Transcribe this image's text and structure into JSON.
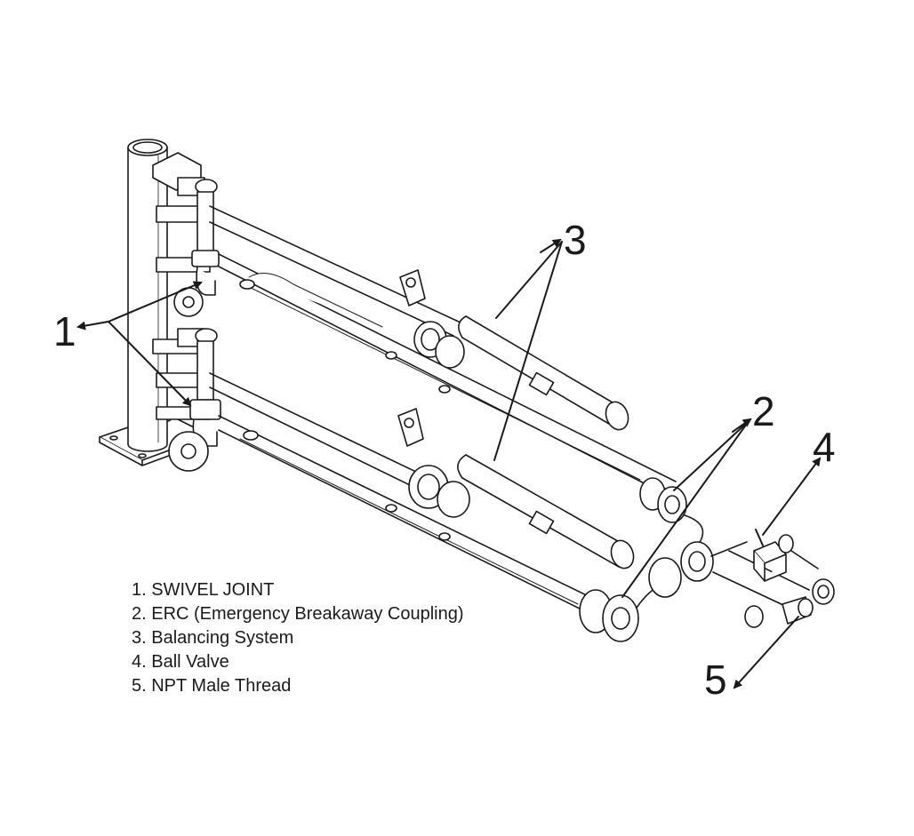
{
  "callouts": {
    "c1": "1",
    "c2": "2",
    "c3": "3",
    "c4": "4",
    "c5": "5"
  },
  "legend": [
    "1. SWIVEL JOINT",
    "2. ERC (Emergency Breakaway Coupling)",
    "3. Balancing System",
    "4. Ball Valve",
    "5. NPT Male Thread"
  ],
  "colors": {
    "line": "#1a1a1a",
    "fill": "#ffffff",
    "shade": "#e6e6e6"
  },
  "parts": [
    "column",
    "base-plate",
    "upper-loading-arm",
    "lower-loading-arm",
    "swivel-joint",
    "erc-coupling",
    "counterweight",
    "ball-valve",
    "npt-male-thread"
  ]
}
